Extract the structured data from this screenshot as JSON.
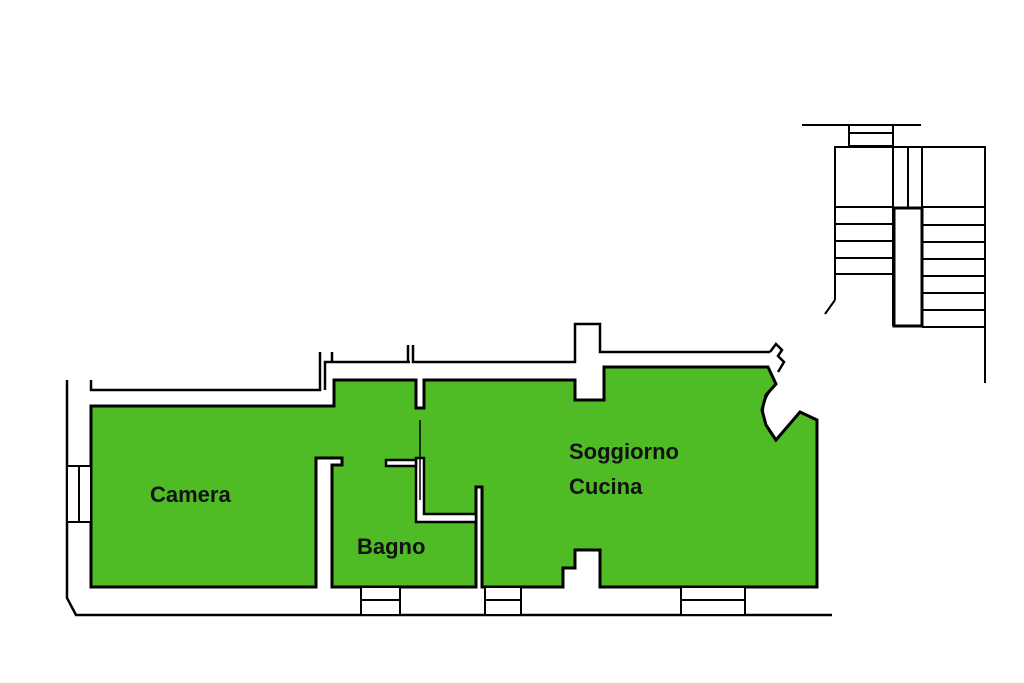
{
  "rooms": {
    "camera": "Camera",
    "bagno": "Bagno",
    "soggiorno": "Soggiorno",
    "cucina": "Cucina"
  },
  "colors": {
    "room_fill": "#4fbc25",
    "wall": "#000000"
  }
}
